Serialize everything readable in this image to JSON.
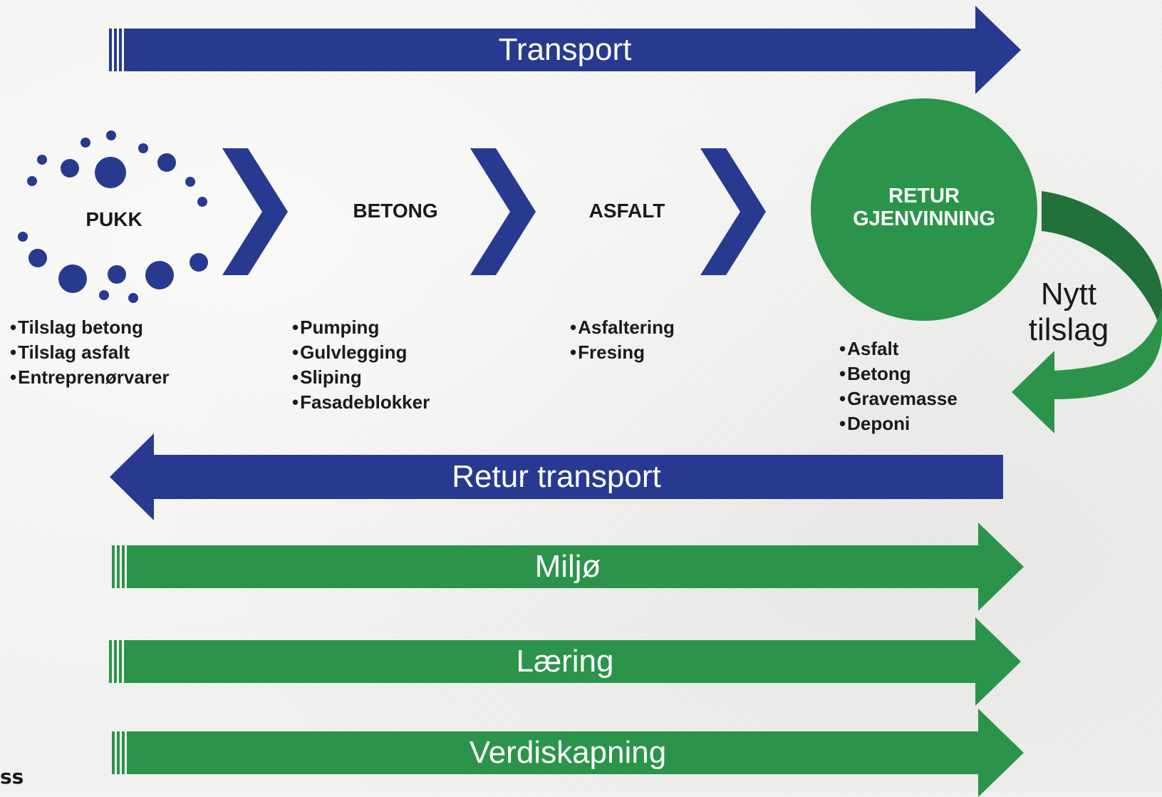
{
  "colors": {
    "blue": "#283a8f",
    "green": "#2b944a",
    "dark_green": "#23713a",
    "text": "#1a1a1a"
  },
  "top_arrow": {
    "label": "Transport"
  },
  "stages": [
    {
      "title": "PUKK",
      "items": [
        "Tilslag betong",
        "Tilslag asfalt",
        "Entreprenørvarer"
      ]
    },
    {
      "title": "BETONG",
      "items": [
        "Pumping",
        "Gulvlegging",
        "Sliping",
        "Fasadeblokker"
      ]
    },
    {
      "title": "ASFALT",
      "items": [
        "Asfaltering",
        "Fresing"
      ]
    }
  ],
  "circle": {
    "line1": "RETUR",
    "line2": "GJENVINNING",
    "items": [
      "Asfalt",
      "Betong",
      "Gravemasse",
      "Deponi"
    ]
  },
  "loop_label": {
    "line1": "Nytt",
    "line2": "tilslag"
  },
  "return_arrow": {
    "label": "Retur transport"
  },
  "bottom_arrows": [
    {
      "label": "Miljø"
    },
    {
      "label": "Læring"
    },
    {
      "label": "Verdiskapning"
    }
  ],
  "corner_text": "ss"
}
